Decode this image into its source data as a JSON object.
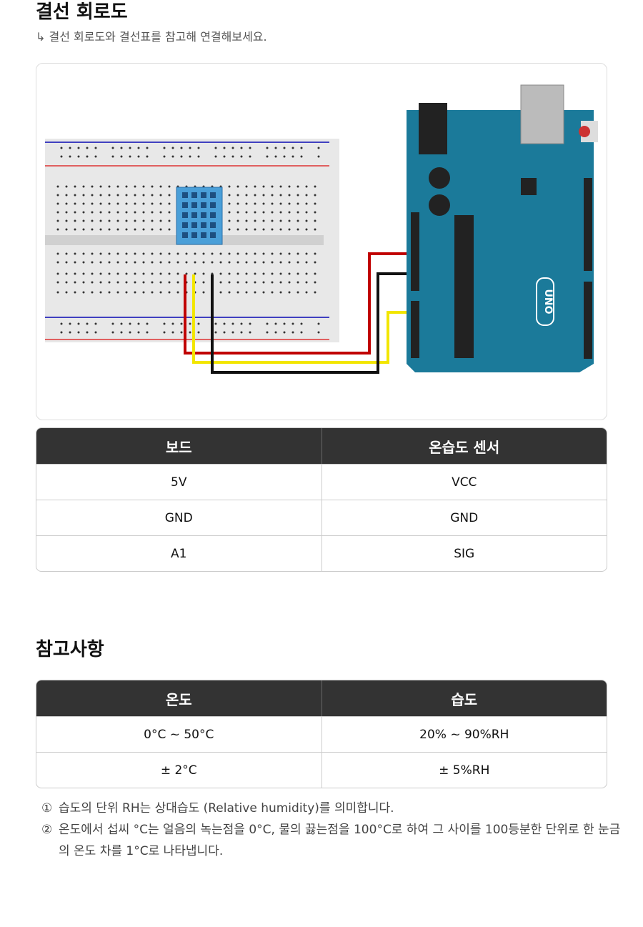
{
  "section1": {
    "title": "결선 회로도",
    "subtitle": "↳ 결선 회로도와 결선표를 참고해 연결해보세요."
  },
  "wiring_table": {
    "headers": [
      "보드",
      "온습도 센서"
    ],
    "rows": [
      [
        "5V",
        "VCC"
      ],
      [
        "GND",
        "GND"
      ],
      [
        "A1",
        "SIG"
      ]
    ]
  },
  "section2": {
    "title": "참고사항"
  },
  "spec_table": {
    "headers": [
      "온도",
      "습도"
    ],
    "rows": [
      [
        "0°C ~ 50°C",
        "20% ~ 90%RH"
      ],
      [
        "± 2°C",
        "± 5%RH"
      ]
    ]
  },
  "notes": [
    {
      "mark": "①",
      "text": "습도의 단위 RH는 상대습도 (Relative humidity)를 의미합니다."
    },
    {
      "mark": "②",
      "text": "온도에서 섭씨 °C는 얼음의 녹는점을 0°C, 물의 끓는점을 100°C로 하여 그 사이를 100등분한 단위로 한 눈금의 온도 차를 1°C로 나타냅니다."
    }
  ],
  "diagram": {
    "board_label": "UNO",
    "colors": {
      "board": "#1b7a9a",
      "sensor": "#4a9fd8",
      "red": "#c00000",
      "yellow": "#f2e600",
      "black": "#111111"
    }
  }
}
